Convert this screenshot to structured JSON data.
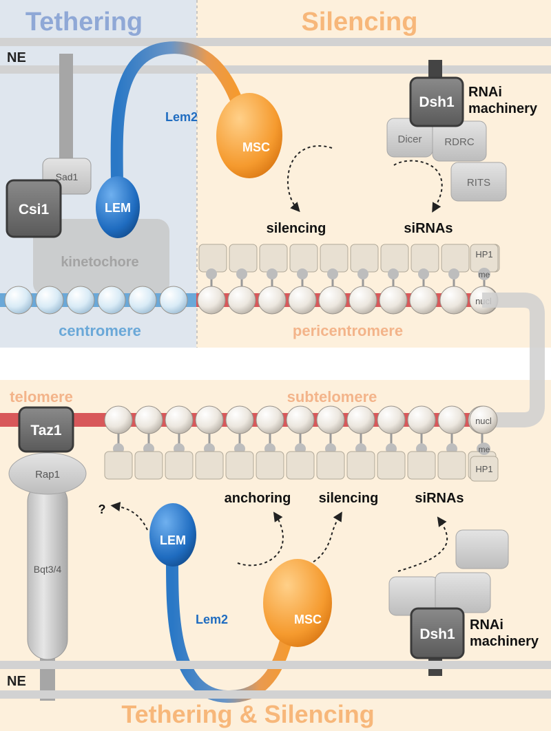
{
  "top": {
    "left_heading": "Tethering",
    "right_heading": "Silencing",
    "ne": "NE",
    "lem2": "Lem2",
    "lem": "LEM",
    "msc": "MSC",
    "sad1": "Sad1",
    "csi1": "Csi1",
    "kinetochore": "kinetochore",
    "dsh1": "Dsh1",
    "rnai_line1": "RNAi",
    "rnai_line2": "machinery",
    "dicer": "Dicer",
    "rdrc": "RDRC",
    "rits": "RITS",
    "silencing": "silencing",
    "sirnas": "siRNAs",
    "hp1": "HP1",
    "me": "me",
    "nucl": "nucl",
    "centromere": "centromere",
    "pericentromere": "pericentromere"
  },
  "bottom": {
    "telomere": "telomere",
    "subtelomere": "subtelomere",
    "taz1": "Taz1",
    "rap1": "Rap1",
    "bqt": "Bqt3/4",
    "nucl": "nucl",
    "me": "me",
    "hp1": "HP1",
    "anchoring": "anchoring",
    "silencing": "silencing",
    "sirnas": "siRNAs",
    "question": "?",
    "lem": "LEM",
    "lem2": "Lem2",
    "msc": "MSC",
    "dsh1": "Dsh1",
    "rnai_line1": "RNAi",
    "rnai_line2": "machinery",
    "ne": "NE",
    "bottom_heading": "Tethering & Silencing"
  },
  "colors": {
    "tether_blue": "#8fa8d6",
    "silence_orange": "#f7b77a",
    "lem_blue": "#1f6cc0",
    "msc_orange": "#f59a2e",
    "red_dna": "#d8585a",
    "blue_dna": "#6aa8d8",
    "panel_blue": "#dfe6ee",
    "panel_cream": "#fdf0dc"
  }
}
